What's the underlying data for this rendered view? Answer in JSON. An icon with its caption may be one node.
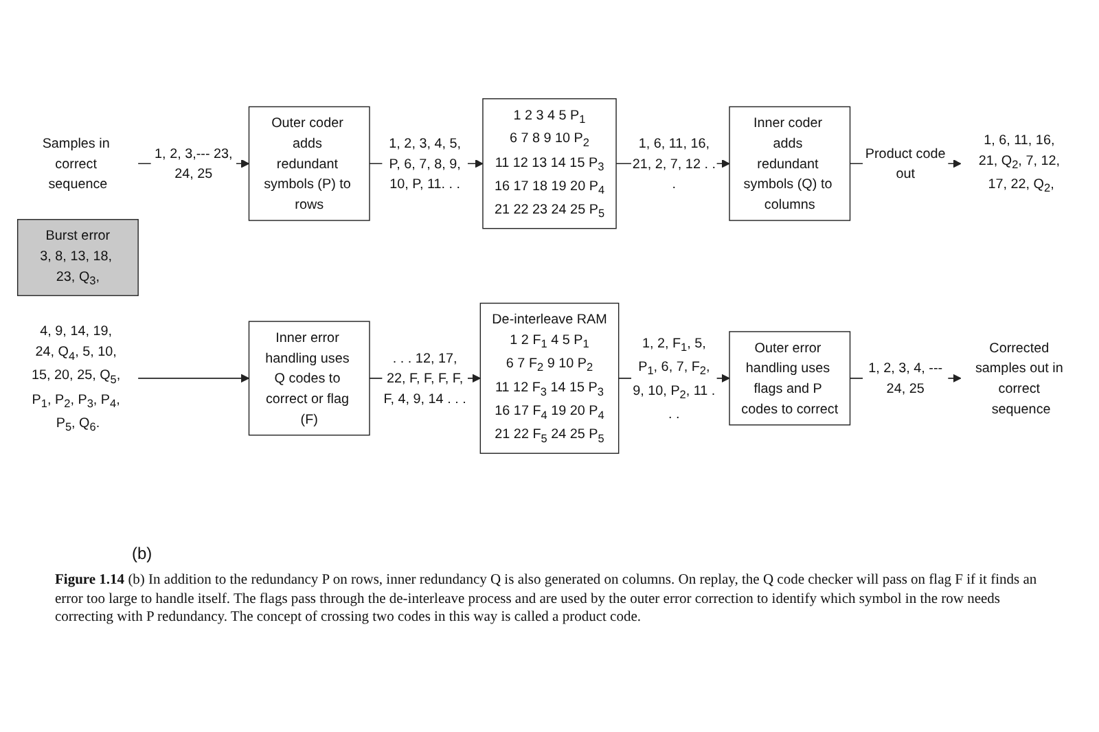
{
  "diagram": {
    "caption": "**Figure 1.14** (b) In addition to the redundancy P on rows, inner redundancy Q is also generated on columns. On replay, the Q code checker will pass on flag F if it finds an error too large to handle itself. The flags pass through the de-interleave process and are used by the outer error correction to identify which symbol in the row needs correcting with P redundancy. The concept of crossing two codes in this way is called a product code.",
    "nodes": [
      {
        "text": [
          "Samples in correct sequence"
        ]
      },
      {
        "text": [
          "Outer coder adds redundant symbols (P) to rows"
        ]
      },
      {
        "text": [
          "1 2 3 4 5 P$_{1}$",
          "6 7 8 9 10 P$_{2}$",
          "11 12 13 14 15 P$_{3}$",
          "16 17 18 19 20 P$_{4}$",
          "21 22 23 24 25 P$_{5}$"
        ]
      },
      {
        "text": [
          "Inner coder adds redundant symbols (Q) to columns"
        ]
      },
      {
        "text": [
          "1, 6, 11, 16, 21, Q$_{2}$, 7, 12, 17, 22, Q$_{2}$,"
        ]
      },
      {
        "text": [
          "Burst error",
          "3, 8, 13, 18, 23, Q$_{3}$,"
        ]
      },
      {
        "text": [
          "4, 9, 14, 19, 24, Q$_{4}$, 5, 10, 15, 20, 25, Q$_{5}$, P$_{1}$, P$_{2}$, P$_{3}$, P$_{4}$, P$_{5}$, Q$_{6}$."
        ]
      },
      {
        "text": [
          "Inner error handling uses Q codes to correct or flag (F)"
        ]
      },
      {
        "text": [
          "De-interleave RAM",
          "1 2 F$_{1}$ 4 5 P$_{1}$",
          "6 7 F$_{2}$ 9 10 P$_{2}$",
          "11 12 F$_{3}$ 14 15 P$_{3}$",
          "16 17 F$_{4}$ 19 20 P$_{4}$",
          "21 22 F$_{5}$ 24 25 P$_{5}$"
        ]
      },
      {
        "text": [
          "Outer error handling uses flags and P codes to correct"
        ]
      },
      {
        "text": [
          "Corrected samples out in correct sequence"
        ]
      }
    ],
    "edges": [
      {
        "from": 0,
        "to": 1,
        "arrow": "to",
        "label": "1, 2, 3,--- 23, 24, 25"
      },
      {
        "from": 1,
        "to": 2,
        "arrow": "to",
        "label": "1, 2, 3, 4, 5, P, 6, 7, 8, 9, 10, P, 11. . ."
      },
      {
        "from": 2,
        "to": 3,
        "arrow": "to",
        "label": "1, 6, 11, 16, 21, 2, 7, 12 . . ."
      },
      {
        "from": 3,
        "to": 4,
        "arrow": "to",
        "label": "Product code out"
      },
      {
        "from": 6,
        "to": 7,
        "arrow": "to"
      },
      {
        "from": 7,
        "to": 8,
        "arrow": "to",
        "label": ". . . 12, 17, 22, F, F, F, F, F, 4, 9, 14 . . ."
      },
      {
        "from": 8,
        "to": 9,
        "arrow": "to",
        "label": "1, 2, F$_{1}$, 5, P$_{1}$, 6, 7, F$_{2}$, 9, 10, P$_{2}$, 11 . . ."
      },
      {
        "from": 9,
        "to": 10,
        "arrow": "to",
        "label": "1, 2, 3, 4, --- 24, 25"
      }
    ],
    "labels": [
      "(b)"
    ]
  }
}
